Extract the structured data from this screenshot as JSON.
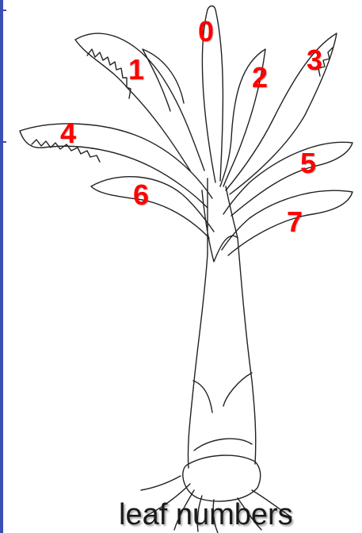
{
  "label_color": "#ff0000",
  "leaf_numbers": [
    "0",
    "1",
    "2",
    "3",
    "4",
    "5",
    "6",
    "7"
  ],
  "caption": "leaf numbers"
}
